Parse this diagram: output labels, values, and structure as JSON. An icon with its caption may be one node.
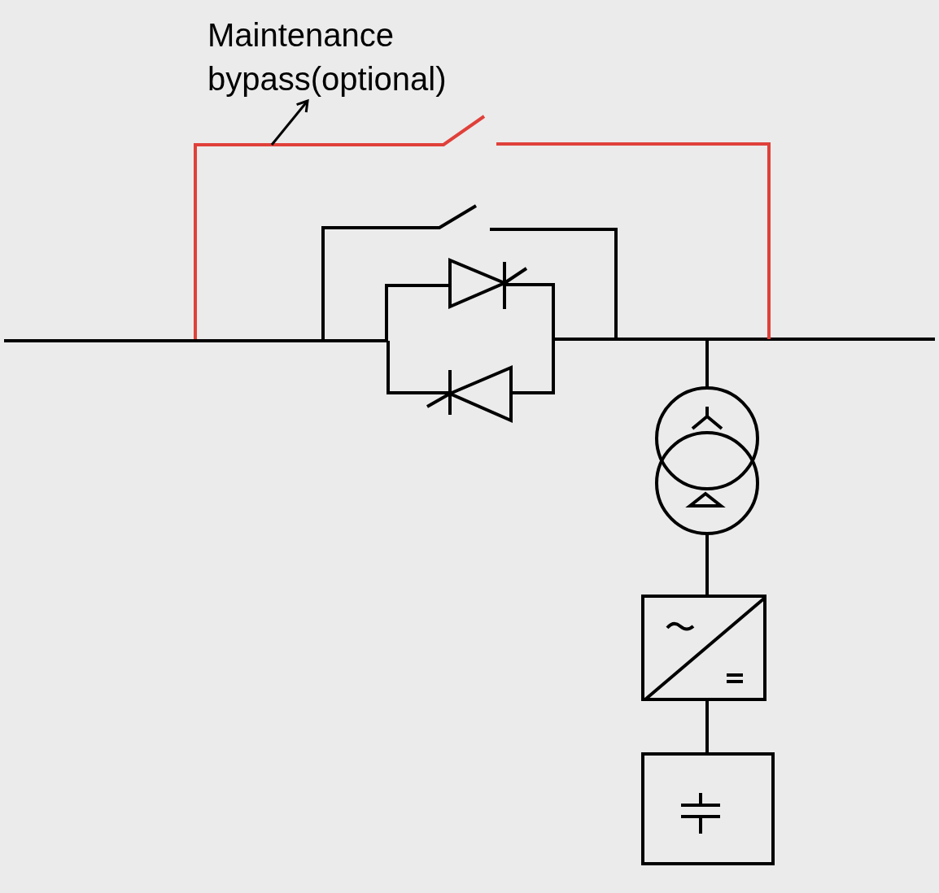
{
  "diagram": {
    "nodes": [
      {
        "text": [
          "Maintenance bypass(optional)"
        ]
      },
      {
        "text": [],
        "shape": "line"
      }
    ],
    "edges": [
      {
        "from": 1,
        "to": 0,
        "arrow": "to"
      }
    ]
  }
}
